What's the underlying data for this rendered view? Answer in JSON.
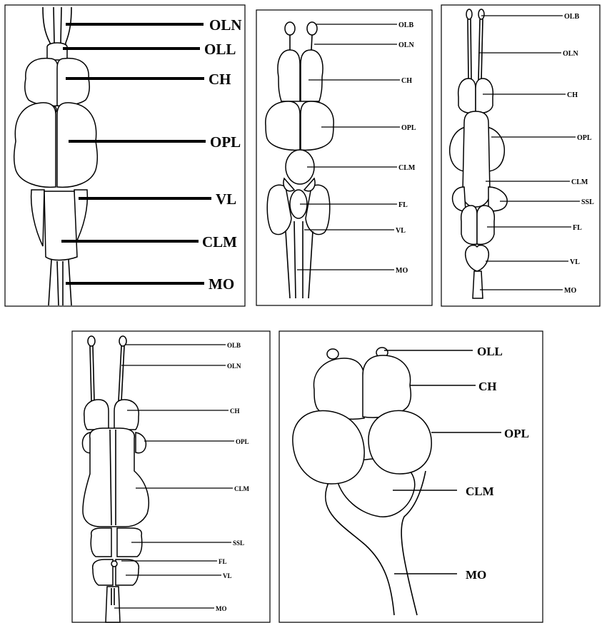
{
  "panels": [
    {
      "id": "p1",
      "labels": [
        "OLN",
        "OLL",
        "CH",
        "OPL",
        "VL",
        "CLM",
        "MO"
      ]
    },
    {
      "id": "p2",
      "labels": [
        "OLB",
        "OLN",
        "CH",
        "OPL",
        "CLM",
        "FL",
        "VL",
        "MO"
      ]
    },
    {
      "id": "p3",
      "labels": [
        "OLB",
        "OLN",
        "CH",
        "OPL",
        "CLM",
        "SSL",
        "FL",
        "VL",
        "MO"
      ]
    },
    {
      "id": "p4",
      "labels": [
        "OLB",
        "OLN",
        "CH",
        "OPL",
        "CLM",
        "SSL",
        "FL",
        "VL",
        "MO"
      ]
    },
    {
      "id": "p5",
      "labels": [
        "OLL",
        "CH",
        "OPL",
        "CLM",
        "MO"
      ]
    }
  ]
}
